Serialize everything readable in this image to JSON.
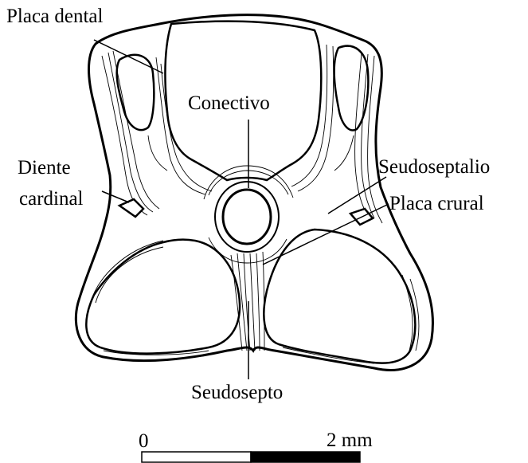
{
  "labels": {
    "placa_dental": "Placa dental",
    "conectivo": "Conectivo",
    "diente_cardinal_line1": "Diente",
    "diente_cardinal_line2": "cardinal",
    "seudoseptalio": "Seudoseptalio",
    "placa_crural": "Placa crural",
    "seudosepto": "Seudosepto"
  },
  "scale_bar": {
    "start_label": "0",
    "end_label": "2 mm",
    "fill_color": "#000000",
    "outline_color": "#000000"
  },
  "colors": {
    "ink": "#000000",
    "background": "#ffffff"
  }
}
